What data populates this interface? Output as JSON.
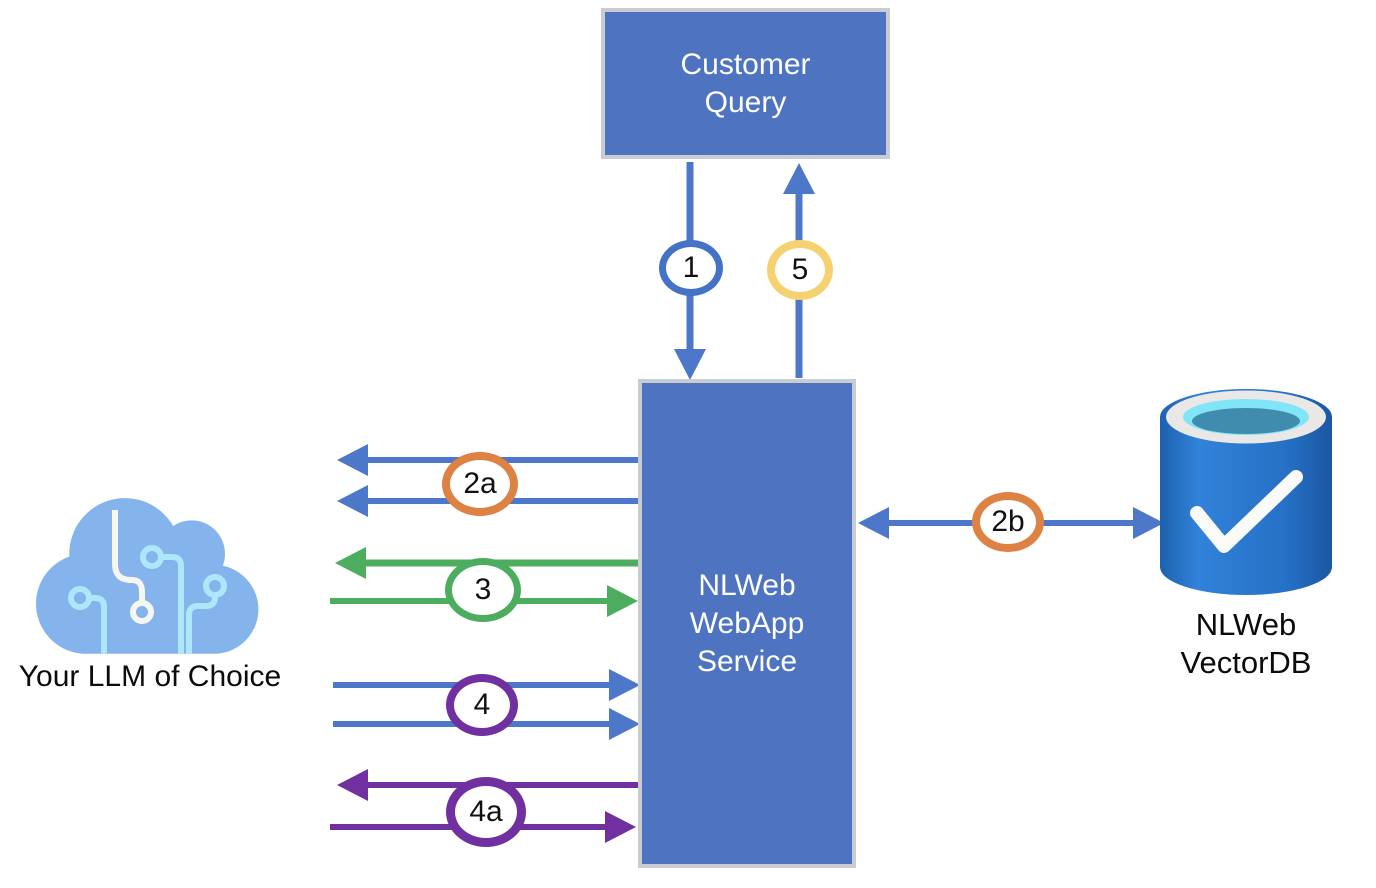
{
  "diagram": {
    "nodes": {
      "customer_query": {
        "label": "Customer\nQuery",
        "fill": "#4E73C0",
        "border": "#C9CDD2",
        "text_color": "#FFFFFF"
      },
      "nlweb_service": {
        "label": "NLWeb\nWebApp\nService",
        "fill": "#4E73C0",
        "border": "#C9CDD2",
        "text_color": "#FFFFFF"
      },
      "llm": {
        "label": "Your LLM of Choice",
        "icon": "cloud-circuit-icon"
      },
      "vectordb": {
        "label": "NLWeb\nVectorDB",
        "icon": "database-check-icon"
      }
    },
    "badges": [
      {
        "label": "1",
        "color": "#4472C4"
      },
      {
        "label": "5",
        "color": "#F6D16F"
      },
      {
        "label": "2a",
        "color": "#DE8244"
      },
      {
        "label": "2b",
        "color": "#DE8244"
      },
      {
        "label": "3",
        "color": "#4CAD5F"
      },
      {
        "label": "4",
        "color": "#7030A0"
      },
      {
        "label": "4a",
        "color": "#7030A0"
      }
    ],
    "flows": [
      {
        "step": "1",
        "from": "customer_query",
        "to": "nlweb_service",
        "arrows": 1,
        "color": "#4D77C8"
      },
      {
        "step": "5",
        "from": "nlweb_service",
        "to": "customer_query",
        "arrows": 1,
        "color": "#4D77C8"
      },
      {
        "step": "2a",
        "from": "nlweb_service",
        "to": "llm",
        "arrows": 2,
        "color": "#4D77C8"
      },
      {
        "step": "2b",
        "from": "nlweb_service",
        "to": "vectordb",
        "bidirectional": true,
        "arrows": 1,
        "color": "#4D77C8"
      },
      {
        "step": "3",
        "from": "nlweb_service",
        "to": "llm",
        "bidirectional": true,
        "arrows": 2,
        "color": "#4CAD5F"
      },
      {
        "step": "4",
        "from": "llm",
        "to": "nlweb_service",
        "arrows": 2,
        "color": "#4D77C8"
      },
      {
        "step": "4a",
        "from": "nlweb_service",
        "to": "llm",
        "bidirectional": true,
        "arrows": 2,
        "color": "#7030A0"
      }
    ],
    "colors": {
      "node_fill": "#4E73C0",
      "node_border": "#C9CDD2",
      "arrow_blue": "#4D77C8",
      "arrow_green": "#4CAD5F",
      "arrow_purple": "#7030A0",
      "badge_yellow": "#F6D16F",
      "badge_orange": "#DE8244",
      "cloud_top": "#85B4ED",
      "cloud_bottom": "#3A73D4",
      "db_body_light": "#3182DA",
      "db_body_dark": "#1B56A2",
      "db_rim": "#E9E8E6",
      "db_inner_cyan": "#7FE5F7",
      "db_inner_teal": "#3F8CAF"
    }
  }
}
